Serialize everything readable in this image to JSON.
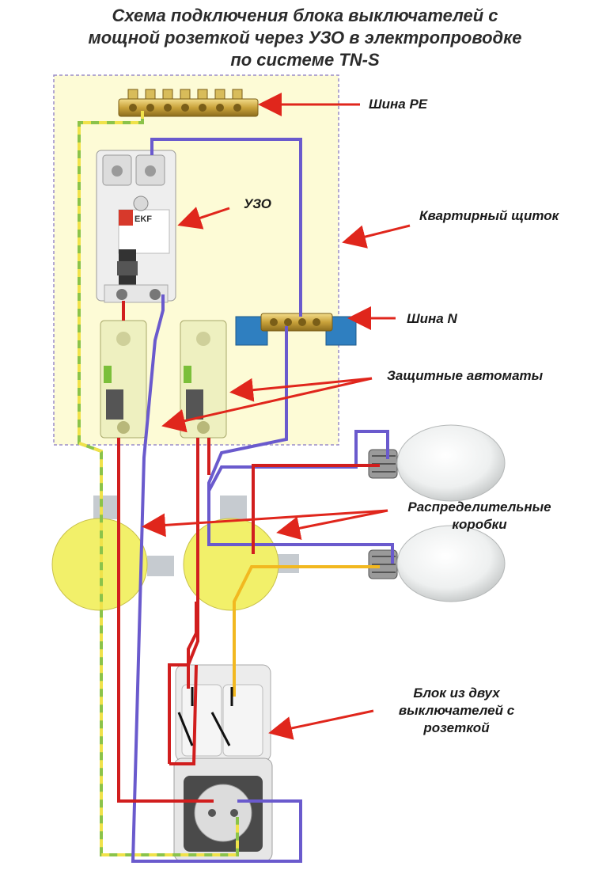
{
  "title": {
    "line1": "Схема подключения блока выключателей с",
    "line2": "мощной розеткой через УЗО в электропроводке",
    "line3": "по системе TN-S"
  },
  "labels": {
    "pe_bus": "Шина PE",
    "rcd": "УЗО",
    "panel": "Квартирный щиток",
    "n_bus": "Шина N",
    "breakers": "Защитные автоматы",
    "junction_line1": "Распределительные",
    "junction_line2": "коробки",
    "switch_block_line1": "Блок из двух",
    "switch_block_line2": "выключателей с",
    "switch_block_line3": "розеткой"
  },
  "device_marks": {
    "rcd_brand": "EKF"
  },
  "colors": {
    "panel_fill": "#fdfbd6",
    "panel_border": "#9a8cc9",
    "phase_wire": "#d11e1e",
    "neutral_wire": "#6a5acd",
    "pe_wire_yellow": "#f0e24a",
    "pe_wire_green": "#8bc34a",
    "lamp_wire": "#f2b820",
    "arrow": "#e0261c",
    "junction_box": "#f2f06a"
  }
}
